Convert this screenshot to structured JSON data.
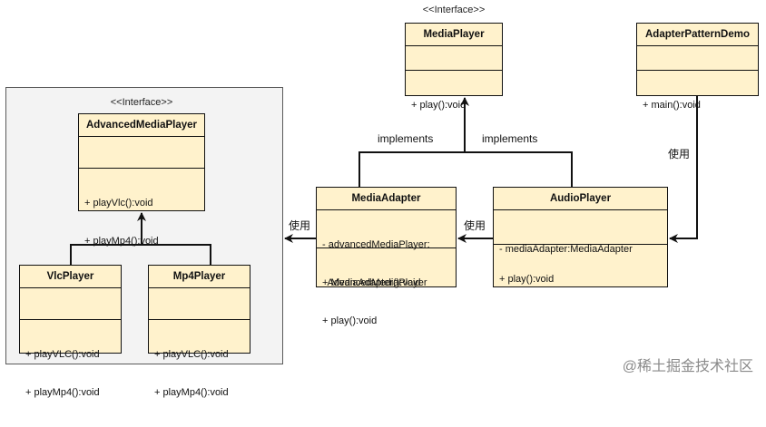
{
  "stereotype": "<<Interface>>",
  "classes": {
    "media_player": {
      "name": "MediaPlayer",
      "attributes": [],
      "operations": [
        "+ play():void"
      ]
    },
    "adapter_demo": {
      "name": "AdapterPatternDemo",
      "attributes": [],
      "operations": [
        "+ main():void"
      ]
    },
    "advanced_media_player": {
      "name": "AdvancedMediaPlayer",
      "attributes": [],
      "operations": [
        "+ playVlc():void",
        "+ playMp4():void"
      ]
    },
    "media_adapter": {
      "name": "MediaAdapter",
      "attributes": [
        "- advancedMediaPlayer:",
        "  AdvancedMediaPlayer"
      ],
      "operations": [
        "+ MediaAdapter():void",
        "+ play():void"
      ]
    },
    "audio_player": {
      "name": "AudioPlayer",
      "attributes": [
        "- mediaAdapter:MediaAdapter"
      ],
      "operations": [
        "+ play():void"
      ]
    },
    "vlc_player": {
      "name": "VlcPlayer",
      "attributes": [],
      "operations": [
        "+ playVLC():void",
        "+ playMp4():void"
      ]
    },
    "mp4_player": {
      "name": "Mp4Player",
      "attributes": [],
      "operations": [
        "+ playVLC():void",
        "+ playMp4():void"
      ]
    }
  },
  "relations": {
    "implements_left": "implements",
    "implements_right": "implements",
    "uses_demo": "使用",
    "uses_audio": "使用",
    "uses_adapter": "使用"
  },
  "watermark": "@稀土掘金技术社区"
}
